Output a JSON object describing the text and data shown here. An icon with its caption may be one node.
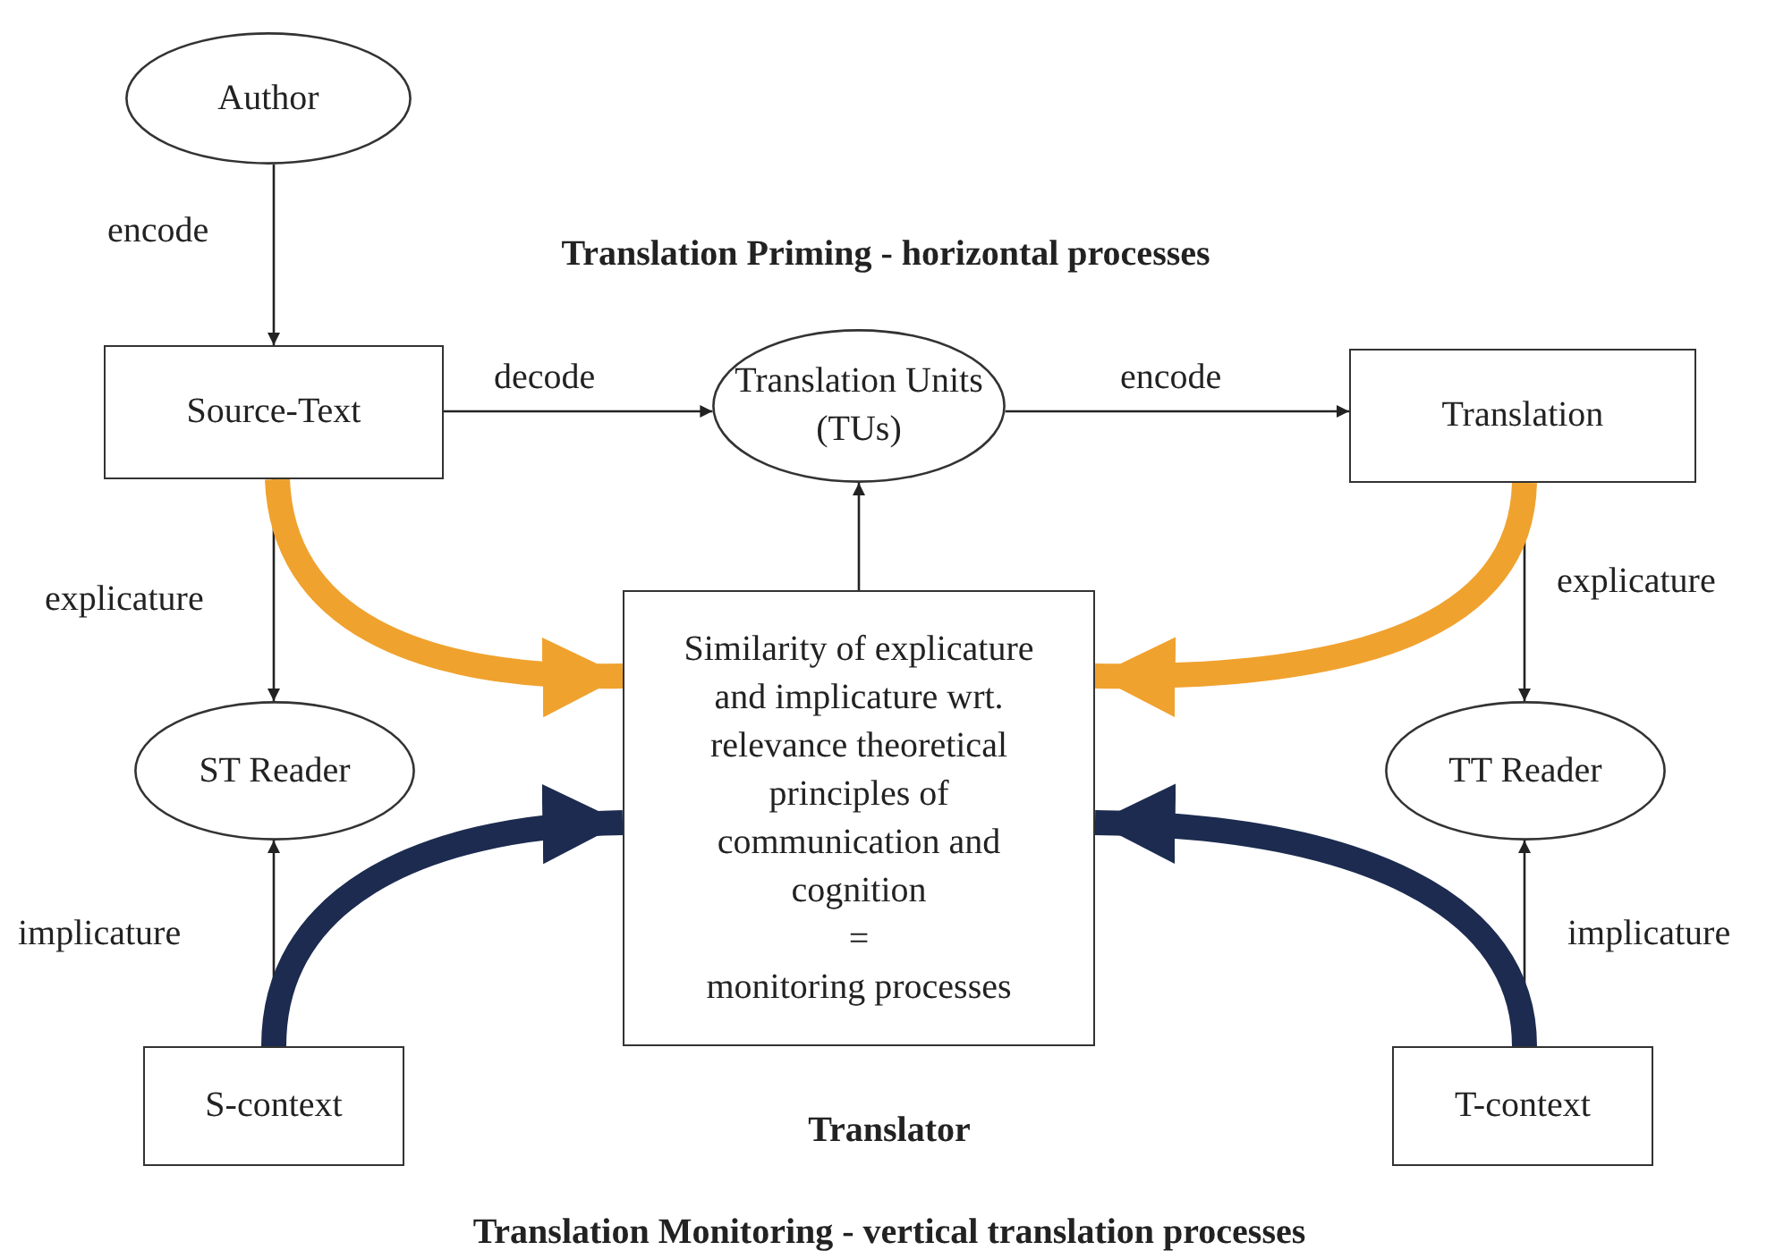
{
  "diagram": {
    "nodes": [
      {
        "text": [
          "Author"
        ]
      },
      {
        "text": [
          "Source-Text"
        ]
      },
      {
        "text": [
          "Translation Units (TUs)"
        ]
      },
      {
        "text": [
          "Translation"
        ]
      },
      {
        "text": [
          "ST Reader"
        ]
      },
      {
        "text": [
          "Similarity of explicature and implicature wrt. relevance theoretical principles of communication and cognition",
          "=",
          "monitoring processes"
        ]
      },
      {
        "text": [
          "TT Reader"
        ]
      },
      {
        "text": [
          "S-context"
        ]
      },
      {
        "text": [
          "T-context"
        ]
      }
    ],
    "edges": [
      {
        "from": 0,
        "to": 1,
        "arrow": "to",
        "label": "encode"
      },
      {
        "from": 1,
        "to": 2,
        "arrow": "to",
        "label": "decode"
      },
      {
        "from": 2,
        "to": 3,
        "arrow": "to",
        "label": "encode"
      },
      {
        "from": 1,
        "to": 4,
        "arrow": "to",
        "label": "explicature"
      },
      {
        "from": 3,
        "to": 6,
        "arrow": "to",
        "label": "explicature"
      },
      {
        "from": 7,
        "to": 4,
        "arrow": "to",
        "label": "implicature"
      },
      {
        "from": 8,
        "to": 6,
        "arrow": "to",
        "label": "implicature"
      },
      {
        "from": 5,
        "to": 2,
        "arrow": "to"
      },
      {
        "from": 1,
        "to": 5,
        "arrow": "to",
        "style": "thick",
        "color": "#f0a22e"
      },
      {
        "from": 3,
        "to": 5,
        "arrow": "to",
        "style": "thick",
        "color": "#f0a22e"
      },
      {
        "from": 7,
        "to": 5,
        "arrow": "to",
        "style": "thick",
        "color": "#1c2b4f"
      },
      {
        "from": 8,
        "to": 5,
        "arrow": "to",
        "style": "thick",
        "color": "#1c2b4f"
      }
    ],
    "labels": [
      "Translation Priming - horizontal processes",
      "Translator",
      "Translation Monitoring - vertical translation processes"
    ]
  }
}
